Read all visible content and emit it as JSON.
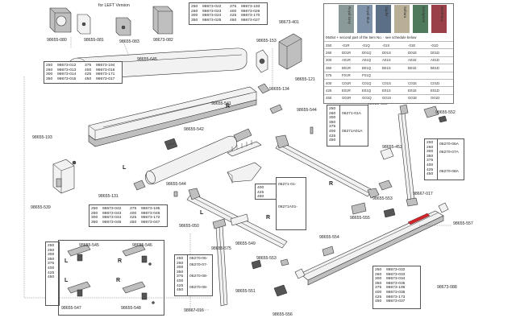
{
  "left_version_note": "for LEFT Version",
  "part_labels": [
    "98655-080",
    "98655-081",
    "98655-083",
    "98673-082",
    "98655-645",
    "98655-193",
    "98655-539",
    "98673-401",
    "98655-153",
    "98655-134",
    "98655-121",
    "98655-541",
    "98655-542",
    "98655-544",
    "98655-131",
    "98655-544",
    "98655-543",
    "98655-549",
    "98655-050",
    "98655-575",
    "98655-551",
    "98655-553",
    "98655-556",
    "98655-554",
    "98655-555",
    "98655-553",
    "98655-050",
    "98655-576",
    "98655-550",
    "98655-552",
    "98655-452",
    "98667-017",
    "98655-557",
    "98673-088",
    "98667-016",
    "98655-545",
    "98655-546",
    "98655-547",
    "98655-548"
  ],
  "side_marks": [
    "R",
    "L",
    "L",
    "R",
    "R",
    "L",
    "R",
    "L",
    "R"
  ],
  "size_boxes": {
    "motor_top": {
      "left": [
        [
          "250",
          "98673-022"
        ],
        [
          "260",
          "98673-023"
        ],
        [
          "300",
          "98673-024"
        ],
        [
          "350",
          "98673-025"
        ]
      ],
      "right": [
        [
          "375",
          "98673-193"
        ],
        [
          "400",
          "98673-026"
        ],
        [
          "425",
          "98673-170"
        ],
        [
          "450",
          "98673-027"
        ]
      ]
    },
    "front_profile": {
      "left": [
        [
          "250",
          "98673-012"
        ],
        [
          "260",
          "98673-013"
        ],
        [
          "300",
          "98673-014"
        ],
        [
          "350",
          "98673-015"
        ]
      ],
      "right": [
        [
          "375",
          "98673-194"
        ],
        [
          "400",
          "98673-016"
        ],
        [
          "425",
          "98673-171"
        ],
        [
          "450",
          "98673-017"
        ]
      ]
    },
    "roller": {
      "left": [
        [
          "250",
          "98673-042"
        ],
        [
          "260",
          "98673-043"
        ],
        [
          "300",
          "98673-044"
        ],
        [
          "350",
          "98673-045"
        ]
      ],
      "right": [
        [
          "375",
          "98673-195"
        ],
        [
          "400",
          "98673-046"
        ],
        [
          "425",
          "98673-172"
        ],
        [
          "450",
          "98673-047"
        ]
      ]
    },
    "arm_center": {
      "sizes": [
        "400",
        "425",
        "450"
      ],
      "codes": [
        "06271-01-",
        "06271A01-"
      ]
    },
    "arm_right_top": {
      "sizes": [
        "250",
        "260",
        "300",
        "350",
        "375",
        "400",
        "425",
        "450"
      ],
      "codes": [
        "06271-01A",
        "06271A01A"
      ]
    },
    "lower_arm_left": {
      "sizes": [
        "250",
        "260",
        "300",
        "350",
        "375",
        "400",
        "425",
        "450"
      ],
      "codes": [
        "06270-06-",
        "06270-07-",
        "06270-08-",
        "06270-08-"
      ]
    },
    "lower_arm_right": {
      "sizes": [
        "250",
        "260",
        "300",
        "350",
        "375",
        "400",
        "425",
        "450"
      ],
      "codes": [
        "06270-06A",
        "06270-07A",
        "06270-08A"
      ]
    },
    "brackets": {
      "sizes": [
        "250",
        "260",
        "300",
        "350",
        "375",
        "400",
        "425",
        "450"
      ]
    },
    "lead_bar": {
      "rows": [
        [
          "250",
          "98673-032"
        ],
        [
          "260",
          "98673-033"
        ],
        [
          "300",
          "98673-034"
        ],
        [
          "350",
          "98673-035"
        ],
        [
          "375",
          "98673-196"
        ],
        [
          "400",
          "98673-036"
        ],
        [
          "425",
          "98673-173"
        ],
        [
          "450",
          "98673-037"
        ]
      ]
    }
  },
  "fabric_table": {
    "swatches": [
      {
        "name": "Royal Grey",
        "color": "#8a9a98"
      },
      {
        "name": "Royal Blue",
        "color": "#7d92a8"
      },
      {
        "name": "Saphir",
        "color": "#5b6f86"
      },
      {
        "name": "Sahara",
        "color": "#b9ae96"
      },
      {
        "name": "Evergreen",
        "color": "#4f7a5c"
      },
      {
        "name": "Bordeaux",
        "color": "#9a4048"
      }
    ],
    "note": "06454 + second part of the item No. - see schedule below",
    "rows": [
      [
        "250",
        "-01R",
        "-01Q",
        "-01S",
        "-01E",
        "-01D"
      ],
      [
        "260",
        "D01R",
        "D01Q",
        "D01S",
        "D01E",
        "D01D"
      ],
      [
        "300",
        "A01R",
        "A01Q",
        "A01S",
        "A01E",
        "A01D"
      ],
      [
        "350",
        "B01R",
        "B01Q",
        "B01S",
        "B01E",
        "B01D"
      ],
      [
        "375",
        "F01R",
        "F01Q",
        "",
        "",
        ""
      ],
      [
        "400",
        "C01R",
        "C01Q",
        "C01S",
        "C01E",
        "C01D"
      ],
      [
        "425",
        "E01R",
        "E01Q",
        "E01S",
        "E01E",
        "E01D"
      ],
      [
        "450",
        "G01R",
        "G01Q",
        "G01S",
        "G01E",
        "G01D"
      ]
    ]
  },
  "colors": {
    "lead_bar_accent": "#d0232a",
    "line": "#333333",
    "part_fill": "#f2f2f2"
  }
}
